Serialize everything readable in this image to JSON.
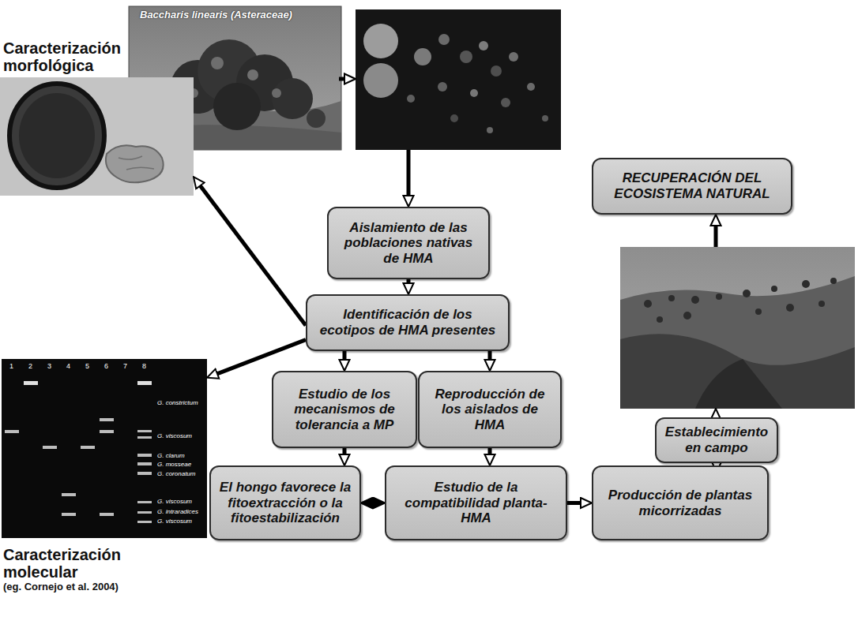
{
  "diagram": {
    "nodes": [
      {
        "text": [
          "Baccharis linearis (Asteraceae)"
        ]
      },
      {
        "text": [
          "Caracterización morfológica"
        ]
      },
      {
        "text": [
          "Aislamiento de las poblaciones nativas de HMA"
        ]
      },
      {
        "text": [
          "Identificación de los ecotipos de HMA presentes"
        ]
      },
      {
        "text": [
          "Caracterización molecular",
          "(eg. Cornejo et al. 2004)"
        ]
      },
      {
        "text": [
          "Estudio de los mecanismos de tolerancia a MP"
        ]
      },
      {
        "text": [
          "Reproducción de los aislados de HMA"
        ]
      },
      {
        "text": [
          "El hongo favorece la fitoextracción o la fitoestabilización"
        ]
      },
      {
        "text": [
          "Estudio de la compatibilidad planta-HMA"
        ]
      },
      {
        "text": [
          "Producción de plantas micorrizadas"
        ]
      },
      {
        "text": [
          "Establecimiento en campo"
        ]
      },
      {
        "text": [
          "RECUPERACIÓN DEL ECOSISTEMA NATURAL"
        ]
      }
    ],
    "edges": [
      {
        "from": 2,
        "to": 3,
        "arrow": "to"
      },
      {
        "from": 3,
        "to": 1,
        "arrow": "to"
      },
      {
        "from": 3,
        "to": 4,
        "arrow": "to"
      },
      {
        "from": 3,
        "to": 5,
        "arrow": "to"
      },
      {
        "from": 3,
        "to": 6,
        "arrow": "to"
      },
      {
        "from": 5,
        "to": 7,
        "arrow": "to"
      },
      {
        "from": 6,
        "to": 8,
        "arrow": "to"
      },
      {
        "from": 7,
        "to": 8,
        "arrow": "both"
      },
      {
        "from": 8,
        "to": 9,
        "arrow": "to"
      },
      {
        "from": 9,
        "to": 10,
        "arrow": "to"
      }
    ],
    "labels": [
      "1",
      "2",
      "3",
      "4",
      "5",
      "6",
      "7",
      "8",
      "G. constrictum",
      "G. viscosum",
      "G. clarum",
      "G. mosseae",
      "G. coronatum",
      "G. viscosum",
      "G. intraradices",
      "G. viscosum"
    ]
  }
}
